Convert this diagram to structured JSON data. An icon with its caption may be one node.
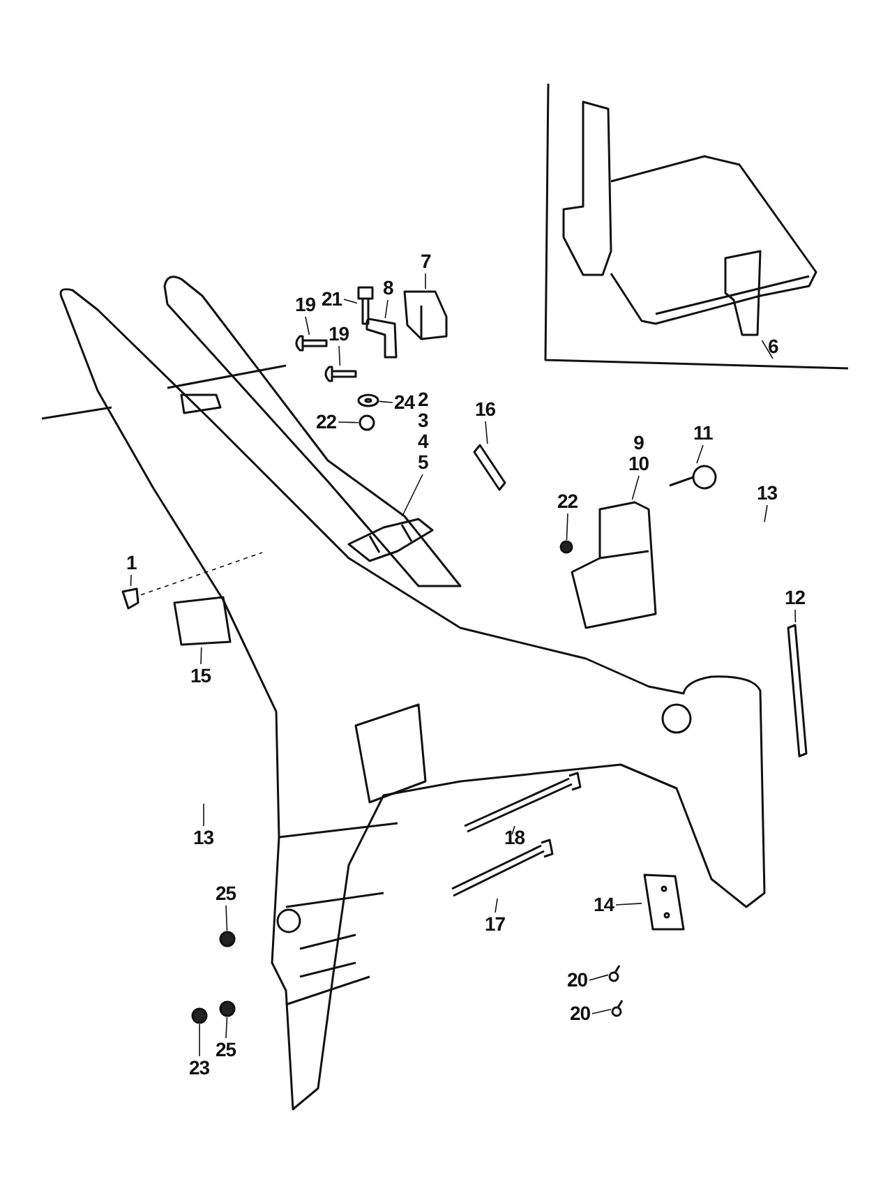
{
  "diagram": {
    "nodes": [
      {
        "text": [
          "21"
        ]
      },
      {
        "text": [
          "7"
        ]
      },
      {
        "text": [
          "8"
        ]
      },
      {
        "text": [
          "19"
        ]
      },
      {
        "text": [
          "19"
        ]
      },
      {
        "text": [
          "6"
        ]
      },
      {
        "text": [
          "24"
        ]
      },
      {
        "text": [
          "16"
        ]
      },
      {
        "text": [
          "22"
        ]
      },
      {
        "text": [
          "2",
          "3",
          "4",
          "5"
        ]
      },
      {
        "text": [
          "9",
          "10"
        ]
      },
      {
        "text": [
          "11"
        ]
      },
      {
        "text": [
          "13"
        ]
      },
      {
        "text": [
          "22"
        ]
      },
      {
        "text": [
          "1"
        ]
      },
      {
        "text": [
          "12"
        ]
      },
      {
        "text": [
          "15"
        ]
      },
      {
        "text": [
          "13"
        ]
      },
      {
        "text": [
          "18"
        ]
      },
      {
        "text": [
          "25"
        ]
      },
      {
        "text": [
          "14"
        ]
      },
      {
        "text": [
          "17"
        ]
      },
      {
        "text": [
          "20"
        ]
      },
      {
        "text": [
          "20"
        ]
      },
      {
        "text": [
          "25"
        ]
      },
      {
        "text": [
          "23"
        ]
      },
      {
        "text": [],
        "shape": "picture"
      },
      {
        "text": [],
        "shape": "picture"
      },
      {
        "text": [],
        "shape": "picture"
      },
      {
        "text": [],
        "shape": "picture"
      },
      {
        "text": [],
        "shape": "picture"
      },
      {
        "text": [],
        "shape": "picture"
      },
      {
        "text": [],
        "shape": "picture"
      },
      {
        "text": [],
        "shape": "picture"
      },
      {
        "text": [],
        "shape": "circle"
      },
      {
        "text": [],
        "shape": "picture"
      },
      {
        "text": [],
        "shape": "picture"
      },
      {
        "text": [],
        "shape": "picture"
      },
      {
        "text": [],
        "shape": "circle"
      },
      {
        "text": [],
        "shape": "picture"
      },
      {
        "text": [],
        "shape": "picture"
      },
      {
        "text": [],
        "shape": "picture"
      },
      {
        "text": [],
        "shape": "picture"
      },
      {
        "text": [],
        "shape": "circle"
      },
      {
        "text": [],
        "shape": "picture"
      },
      {
        "text": [],
        "shape": "picture"
      },
      {
        "text": [],
        "shape": "picture"
      },
      {
        "text": [],
        "shape": "picture"
      },
      {
        "text": [],
        "shape": "circle"
      },
      {
        "text": [],
        "shape": "circle"
      }
    ],
    "edges": [
      {
        "from": 0,
        "to": 26,
        "arrow": "none"
      },
      {
        "from": 1,
        "to": 27,
        "arrow": "none"
      },
      {
        "from": 2,
        "to": 28,
        "arrow": "none"
      },
      {
        "from": 3,
        "to": 29,
        "arrow": "none"
      },
      {
        "from": 4,
        "to": 30,
        "arrow": "none"
      },
      {
        "from": 5,
        "to": 31,
        "arrow": "none"
      },
      {
        "from": 6,
        "to": 32,
        "arrow": "none"
      },
      {
        "from": 7,
        "to": 33,
        "arrow": "none"
      },
      {
        "from": 8,
        "to": 34,
        "arrow": "none"
      },
      {
        "from": 9,
        "to": 35,
        "arrow": "none"
      },
      {
        "from": 10,
        "to": 36,
        "arrow": "none"
      },
      {
        "from": 11,
        "to": 37,
        "arrow": "none"
      },
      {
        "from": 12,
        "to": null,
        "arrow": "none"
      },
      {
        "from": 13,
        "to": 38,
        "arrow": "none"
      },
      {
        "from": 14,
        "to": 39,
        "arrow": "none"
      },
      {
        "from": 15,
        "to": 40,
        "arrow": "none"
      },
      {
        "from": 16,
        "to": 41,
        "arrow": "none"
      },
      {
        "from": 17,
        "to": null,
        "arrow": "none"
      },
      {
        "from": 18,
        "to": 42,
        "arrow": "none"
      },
      {
        "from": 19,
        "to": 43,
        "arrow": "none"
      },
      {
        "from": 20,
        "to": 44,
        "arrow": "none"
      },
      {
        "from": 21,
        "to": 45,
        "arrow": "none"
      },
      {
        "from": 22,
        "to": 46,
        "arrow": "none"
      },
      {
        "from": 23,
        "to": 47,
        "arrow": "none"
      },
      {
        "from": 24,
        "to": 48,
        "arrow": "none"
      },
      {
        "from": 25,
        "to": 49,
        "arrow": "none"
      },
      {
        "from": 39,
        "to": null,
        "arrow": "none",
        "style": "dashed"
      }
    ]
  }
}
